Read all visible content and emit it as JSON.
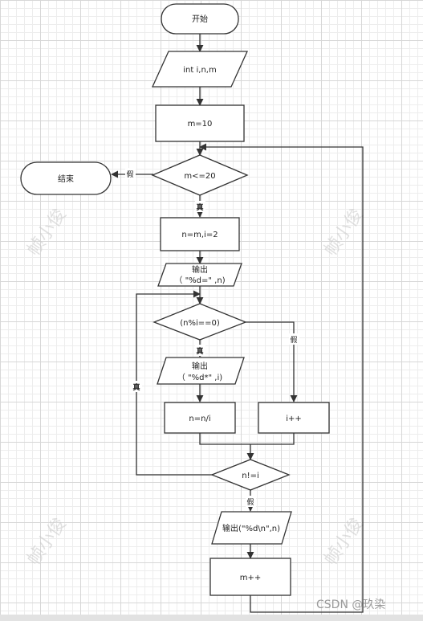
{
  "nodes": {
    "start": "开始",
    "declare": "int  i,n,m",
    "init_m": "m=10",
    "cond_m": "m<=20",
    "end": "结束",
    "init_ni": "n=m,i=2",
    "out1_line1": "输出",
    "out1_line2": "（ \"%d=\" ,n)",
    "cond_mod": "(n%i==0)",
    "out2_line1": "输出",
    "out2_line2": "（ \"%d*\" ,i)",
    "div": "n=n/i",
    "inc_i": "i++",
    "cond_ne": "n!=i",
    "out3": "输出(\"%d\\n\",n)",
    "inc_m": "m++"
  },
  "edge_labels": {
    "false_end": "假",
    "true_loop": "真",
    "true_mod": "真",
    "false_mod": "假",
    "true_back": "真",
    "false_exit": "假"
  },
  "watermark": "帧小俊",
  "footer": "CSDN @玖染"
}
